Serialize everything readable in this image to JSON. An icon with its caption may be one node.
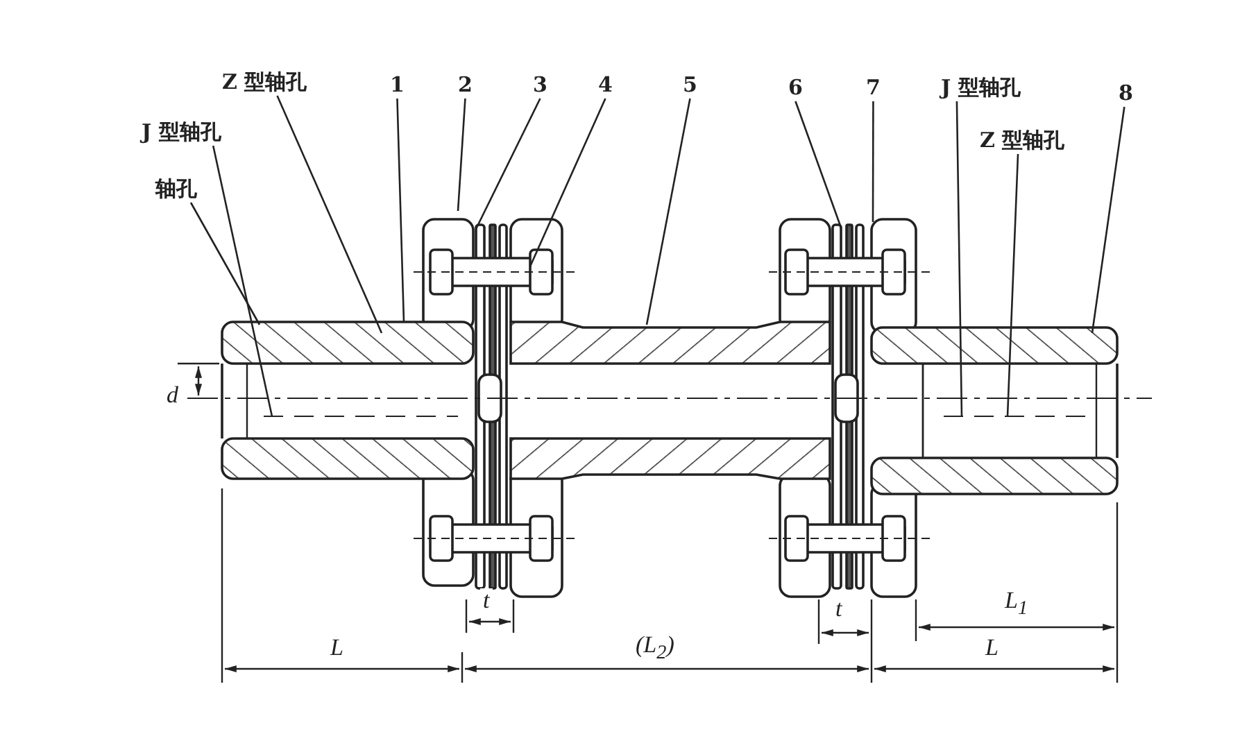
{
  "diagram": {
    "nodes": [
      {
        "text": [
          "J 型轴孔"
        ]
      },
      {
        "text": [
          "Z 型轴孔"
        ]
      },
      {
        "text": [
          "轴孔"
        ]
      },
      {
        "text": [
          "1"
        ]
      },
      {
        "text": [
          "2"
        ]
      },
      {
        "text": [
          "3"
        ]
      },
      {
        "text": [
          "4"
        ]
      },
      {
        "text": [
          "5"
        ]
      },
      {
        "text": [
          "6"
        ]
      },
      {
        "text": [
          "7"
        ]
      },
      {
        "text": [
          "J 型轴孔"
        ]
      },
      {
        "text": [
          "Z 型轴孔"
        ]
      },
      {
        "text": [
          "8"
        ]
      }
    ],
    "edges": [
      {
        "from": 0,
        "to": null,
        "arrow": "none"
      },
      {
        "from": 1,
        "to": null,
        "arrow": "none"
      },
      {
        "from": 2,
        "to": null,
        "arrow": "none"
      },
      {
        "from": 3,
        "to": null,
        "arrow": "none"
      },
      {
        "from": 4,
        "to": null,
        "arrow": "none"
      },
      {
        "from": 5,
        "to": null,
        "arrow": "none"
      },
      {
        "from": 6,
        "to": null,
        "arrow": "none"
      },
      {
        "from": 7,
        "to": null,
        "arrow": "none"
      },
      {
        "from": 8,
        "to": null,
        "arrow": "none"
      },
      {
        "from": 9,
        "to": null,
        "arrow": "none"
      },
      {
        "from": 10,
        "to": null,
        "arrow": "none"
      },
      {
        "from": 11,
        "to": null,
        "arrow": "none"
      },
      {
        "from": 12,
        "to": null,
        "arrow": "none"
      }
    ],
    "labels": [
      "d",
      "t",
      "t",
      "L$_{1}$",
      "L",
      "(L$_{2}$)",
      "L"
    ]
  }
}
